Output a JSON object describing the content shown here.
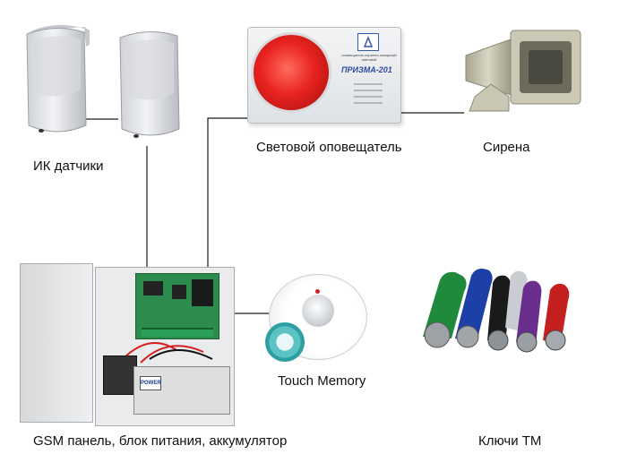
{
  "labels": {
    "ir_sensors": "ИК датчики",
    "strobe": "Световой оповещатель",
    "siren": "Сирена",
    "touch_memory": "Touch Memory",
    "gsm_panel": "GSM панель, блок питания, аккумулятор",
    "tm_keys": "Ключи ТМ"
  },
  "strobe_device": {
    "model": "ПРИЗМА-201",
    "caption": "оповещатель охранно-пожарный световой"
  },
  "battery_brand": "POWER",
  "colors": {
    "strobe_red": "#e8231f",
    "wire": "#1a1a1a",
    "touch_ring": "#5cc3c4",
    "key_green": "#1f8a3c",
    "key_blue": "#1d3fa8",
    "key_black": "#1a1a1a",
    "key_purple": "#6a2e8e",
    "key_red": "#c4201f"
  }
}
